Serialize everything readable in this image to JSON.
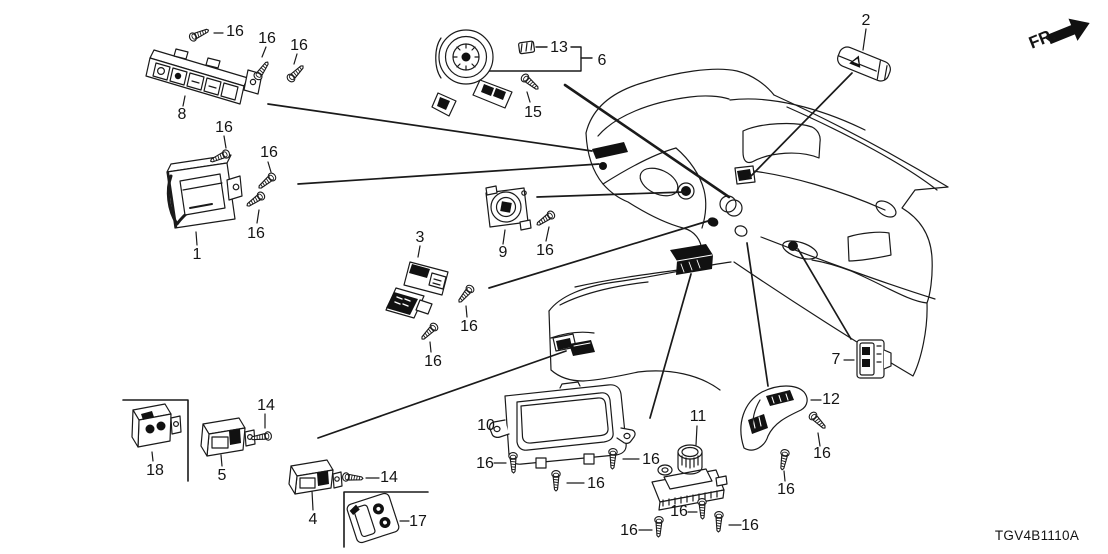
{
  "diagram": {
    "code": "TGV4B1110A",
    "direction": "FR.",
    "callouts": {
      "part1": "1",
      "part2": "2",
      "part3": "3",
      "part4": "4",
      "part5": "5",
      "part6": "6",
      "part7": "7",
      "part8": "8",
      "part9": "9",
      "part10": "10",
      "part11": "11",
      "part12": "12",
      "part13": "13",
      "part14_1": "14",
      "part14_2": "14",
      "part15": "15",
      "part17": "17",
      "part18": "18",
      "s16_1": "16",
      "s16_2": "16",
      "s16_3": "16",
      "s16_4": "16",
      "s16_5": "16",
      "s16_6": "16",
      "s16_7": "16",
      "s16_8": "16",
      "s16_9": "16",
      "s16_10": "16",
      "s16_11": "16",
      "s16_12": "16",
      "s16_13": "16",
      "s16_14": "16",
      "s16_15": "16",
      "s16_16": "16",
      "s16_17": "16"
    },
    "colors": {
      "line": "#1a1a1a",
      "fill_black": "#111111",
      "background": "#ffffff"
    }
  }
}
